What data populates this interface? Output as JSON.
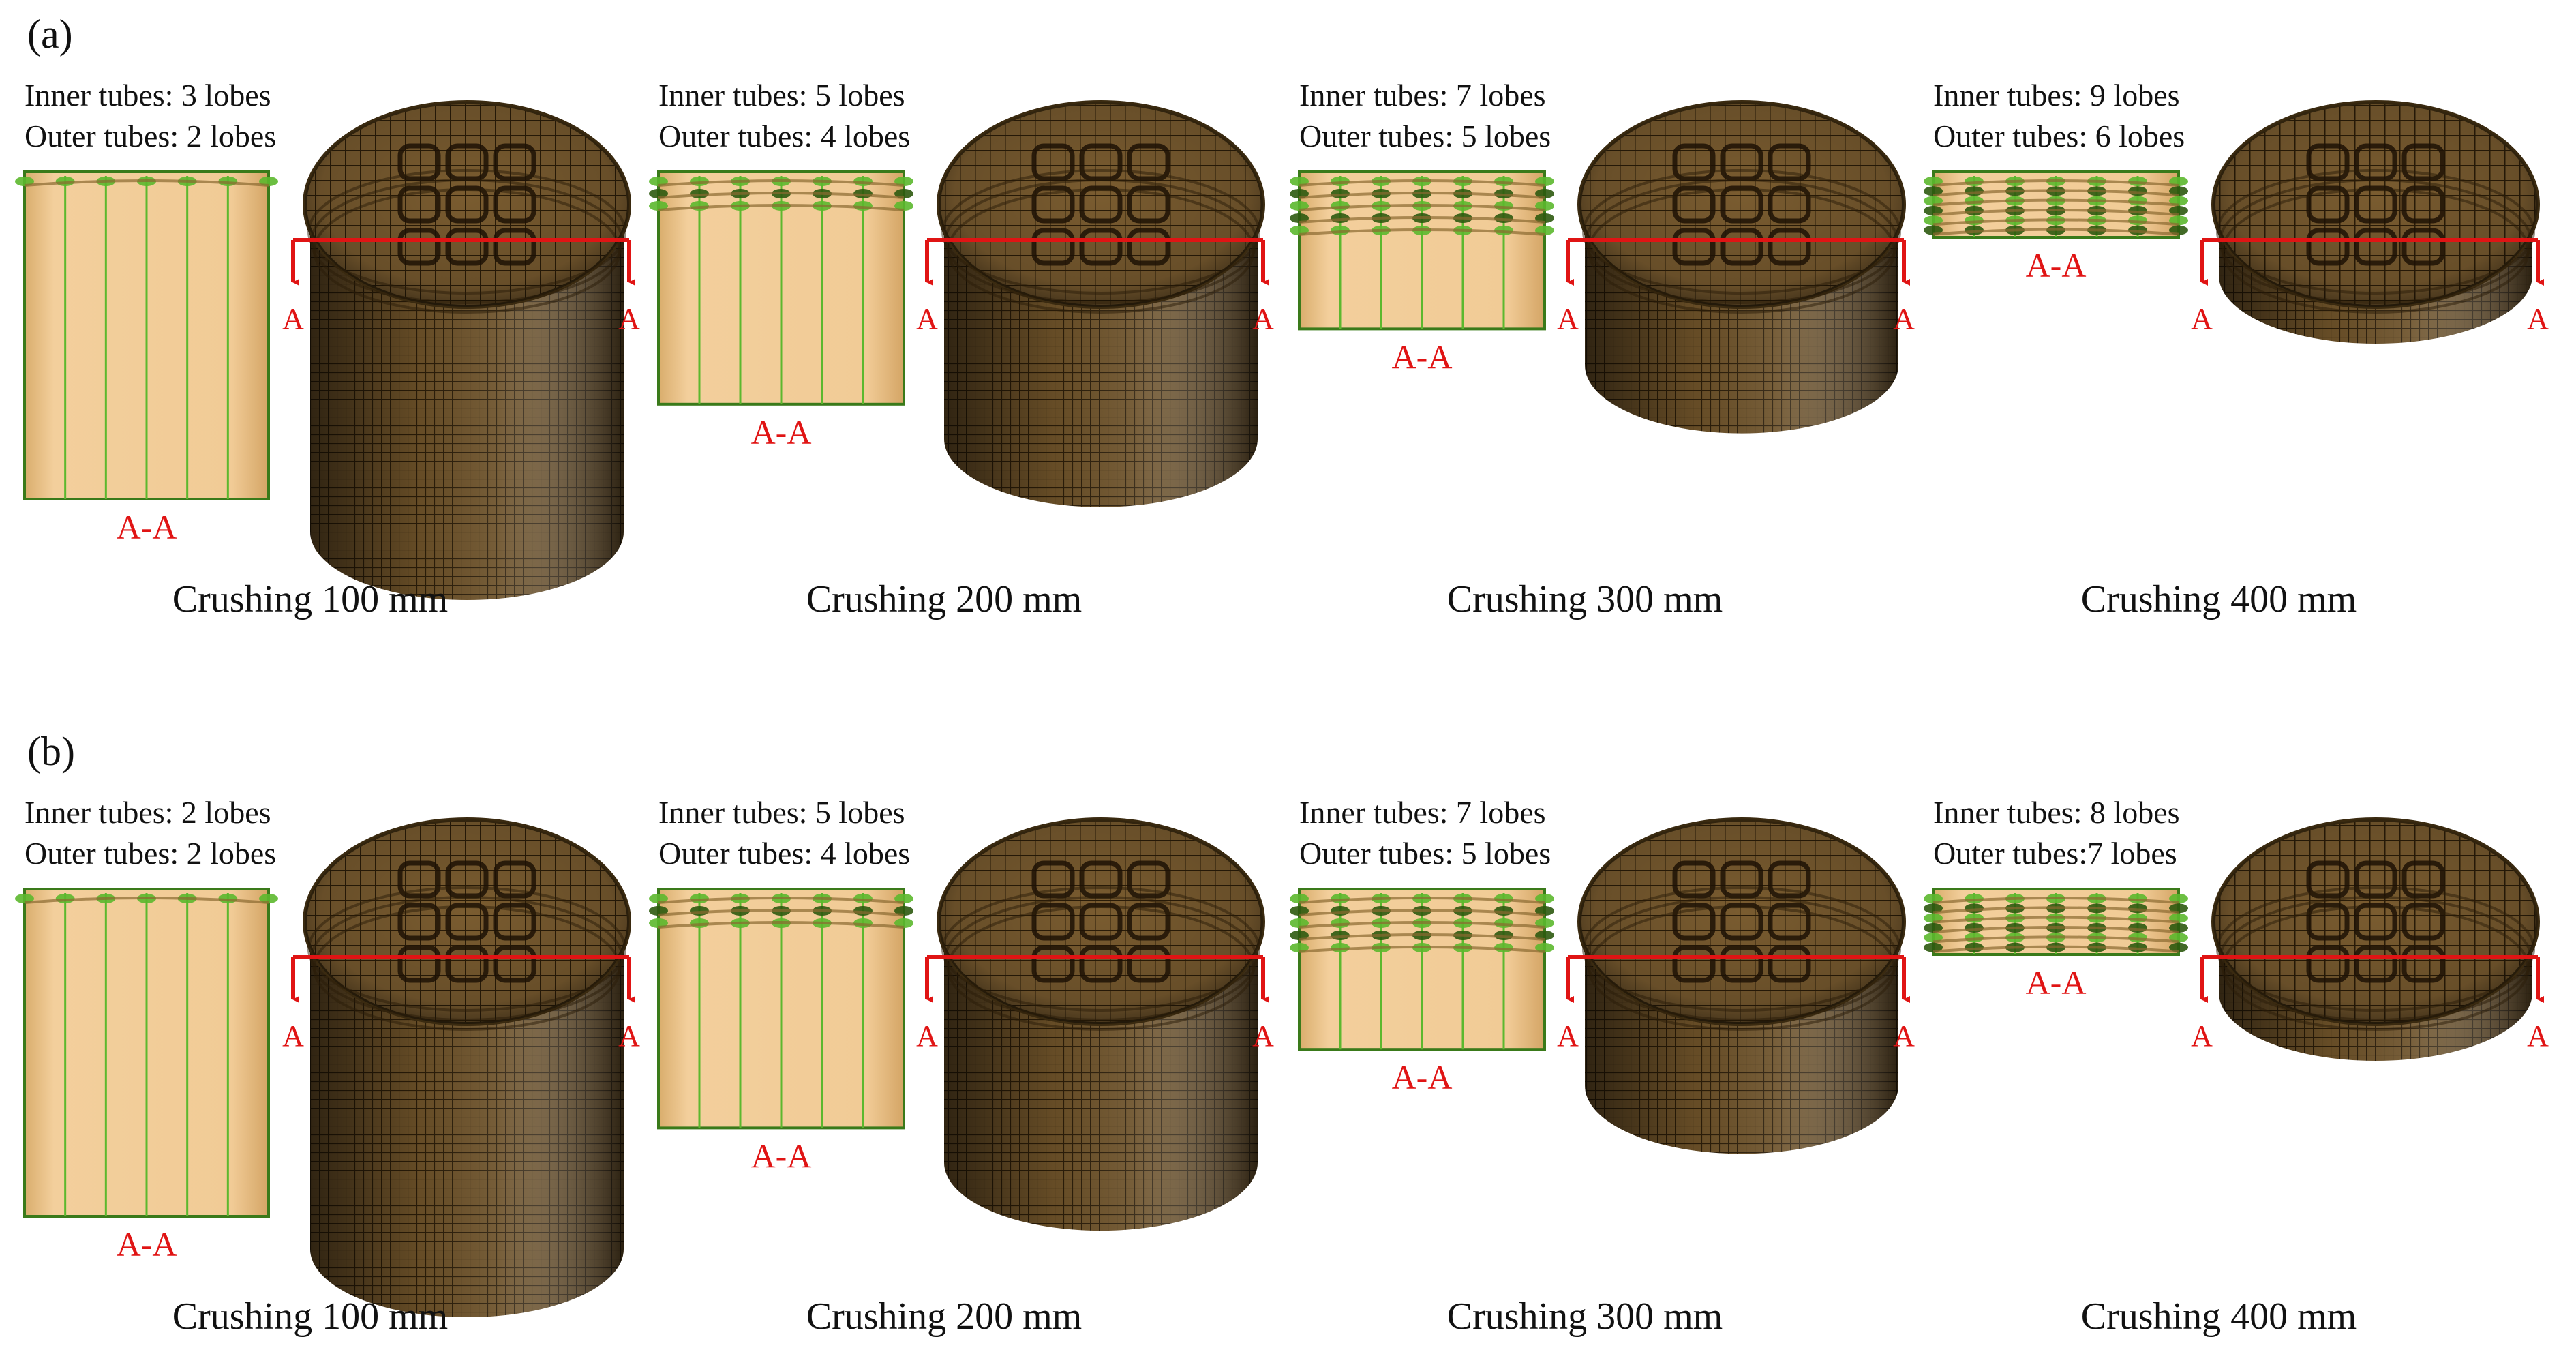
{
  "figure": {
    "colors": {
      "section_fill": "#f0c994",
      "section_edge": "#3a7a1a",
      "fold_green": "#5cb82e",
      "fold_dark": "#2d5a10",
      "tube_brown": "#6b5028",
      "tube_dark": "#3a2a10",
      "mesh_line": "#2a1c08",
      "cut_red": "#e01414"
    },
    "panels": [
      {
        "label": "(a)",
        "stages": [
          {
            "inner": "Inner tubes: 3 lobes",
            "outer": "Outer tubes: 2 lobes",
            "section_label": "A-A",
            "cut_left": "A",
            "cut_right": "A",
            "caption": "Crushing 100 mm",
            "remaining_fraction": 1.0
          },
          {
            "inner": "Inner tubes: 5 lobes",
            "outer": "Outer tubes: 4 lobes",
            "section_label": "A-A",
            "cut_left": "A",
            "cut_right": "A",
            "caption": "Crushing 200 mm",
            "remaining_fraction": 0.71
          },
          {
            "inner": "Inner tubes: 7 lobes",
            "outer": "Outer tubes: 5 lobes",
            "section_label": "A-A",
            "cut_left": "A",
            "cut_right": "A",
            "caption": "Crushing 300 mm",
            "remaining_fraction": 0.48
          },
          {
            "inner": "Inner tubes: 9 lobes",
            "outer": "Outer tubes: 6 lobes",
            "section_label": "A-A",
            "cut_left": "A",
            "cut_right": "A",
            "caption": "Crushing 400 mm",
            "remaining_fraction": 0.2
          }
        ]
      },
      {
        "label": "(b)",
        "stages": [
          {
            "inner": "Inner tubes: 2 lobes",
            "outer": "Outer tubes: 2 lobes",
            "section_label": "A-A",
            "cut_left": "A",
            "cut_right": "A",
            "caption": "Crushing 100 mm",
            "remaining_fraction": 1.0
          },
          {
            "inner": "Inner tubes: 5 lobes",
            "outer": "Outer tubes: 4 lobes",
            "section_label": "A-A",
            "cut_left": "A",
            "cut_right": "A",
            "caption": "Crushing 200 mm",
            "remaining_fraction": 0.73
          },
          {
            "inner": "Inner tubes: 7 lobes",
            "outer": "Outer tubes: 5 lobes",
            "section_label": "A-A",
            "cut_left": "A",
            "cut_right": "A",
            "caption": "Crushing 300 mm",
            "remaining_fraction": 0.49
          },
          {
            "inner": "Inner tubes: 8 lobes",
            "outer": "Outer tubes:7 lobes",
            "section_label": "A-A",
            "cut_left": "A",
            "cut_right": "A",
            "caption": "Crushing 400 mm",
            "remaining_fraction": 0.2
          }
        ]
      }
    ]
  }
}
